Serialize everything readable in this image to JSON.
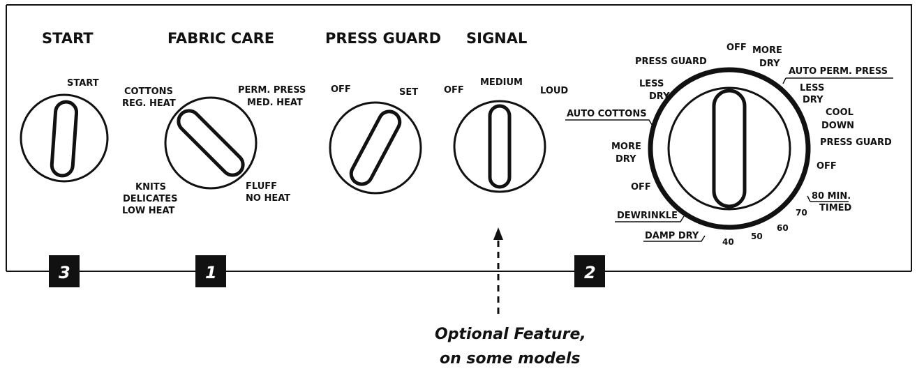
{
  "headings": {
    "start": "START",
    "fabric_care": "FABRIC CARE",
    "press_guard": "PRESS GUARD",
    "signal": "SIGNAL"
  },
  "start_knob": {
    "label": "START"
  },
  "fabric_care_knob": {
    "cottons": [
      "COTTONS",
      "REG. HEAT"
    ],
    "perm_press": [
      "PERM. PRESS",
      "MED. HEAT"
    ],
    "knits": [
      "KNITS",
      "DELICATES",
      "LOW HEAT"
    ],
    "fluff": [
      "FLUFF",
      "NO HEAT"
    ]
  },
  "press_guard_knob": {
    "off": "OFF",
    "set": "SET"
  },
  "signal_knob": {
    "off": "OFF",
    "medium": "MEDIUM",
    "loud": "LOUD"
  },
  "timer_dial": {
    "press_guard_top": "PRESS GUARD",
    "off_top": "OFF",
    "more_dry_top": [
      "MORE",
      "DRY"
    ],
    "auto_perm_press": "AUTO PERM. PRESS",
    "less_dry_right": [
      "LESS",
      "DRY"
    ],
    "cool_down": [
      "COOL",
      "DOWN"
    ],
    "press_guard_right": "PRESS GUARD",
    "off_right": "OFF",
    "timed": [
      "80 MIN.",
      "TIMED"
    ],
    "numbers": [
      "70",
      "60",
      "50",
      "40"
    ],
    "damp_dry": "DAMP DRY",
    "dewrinkle": "DEWRINKLE",
    "off_left": "OFF",
    "more_dry_left": [
      "MORE",
      "DRY"
    ],
    "auto_cottons": "AUTO COTTONS",
    "less_dry_left": [
      "LESS",
      "DRY"
    ]
  },
  "badges": [
    "3",
    "1",
    "2"
  ],
  "optional_note": [
    "Optional Feature,",
    "on some models"
  ]
}
